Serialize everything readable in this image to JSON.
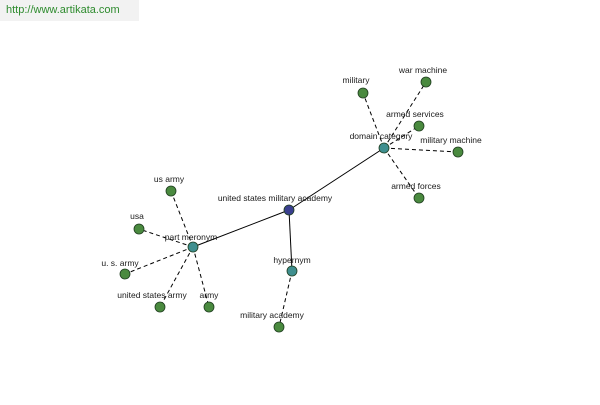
{
  "header": {
    "site_url": "http://www.artikata.com"
  },
  "colors": {
    "center_node": "#3a3f8f",
    "category_node": "#3f8f8f",
    "leaf_node": "#4a8a3f",
    "node_stroke": "#1f3d1f",
    "edge": "#000000"
  },
  "graph": {
    "center": {
      "id": "center",
      "label": "united states military academy",
      "kind": "center"
    },
    "categories": [
      {
        "id": "domain",
        "label": "domain category",
        "kind": "category"
      },
      {
        "id": "part",
        "label": "part meronym",
        "kind": "category"
      },
      {
        "id": "hyper",
        "label": "hypernym",
        "kind": "category"
      }
    ],
    "leaves": [
      {
        "id": "military",
        "label": "military",
        "parent": "domain"
      },
      {
        "id": "war_machine",
        "label": "war machine",
        "parent": "domain"
      },
      {
        "id": "armed_services",
        "label": "armed services",
        "parent": "domain"
      },
      {
        "id": "military_machine",
        "label": "military machine",
        "parent": "domain"
      },
      {
        "id": "armed_forces",
        "label": "armed forces",
        "parent": "domain"
      },
      {
        "id": "us_army",
        "label": "us army",
        "parent": "part"
      },
      {
        "id": "usa",
        "label": "usa",
        "parent": "part"
      },
      {
        "id": "u_s_army",
        "label": "u. s. army",
        "parent": "part"
      },
      {
        "id": "united_states_army",
        "label": "united states army",
        "parent": "part"
      },
      {
        "id": "army",
        "label": "army",
        "parent": "part"
      },
      {
        "id": "military_academy",
        "label": "military academy",
        "parent": "hyper"
      }
    ]
  }
}
